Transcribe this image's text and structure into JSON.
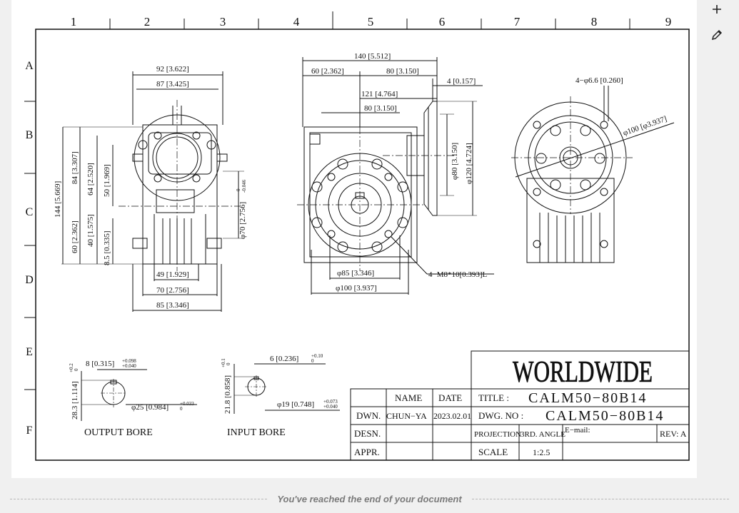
{
  "toolbar": {
    "add_icon": "plus-icon",
    "edit_icon": "pencil-icon"
  },
  "footer": {
    "end_message": "You've reached the end of your document"
  },
  "drawing": {
    "columns": [
      "1",
      "2",
      "3",
      "4",
      "5",
      "6",
      "7",
      "8",
      "9"
    ],
    "rows": [
      "A",
      "B",
      "C",
      "D",
      "E",
      "F"
    ],
    "dims": {
      "d92": "92  [3.622]",
      "d87": "87  [3.425]",
      "d144": "144  [5.669]",
      "d84": "84  [3.307]",
      "d64": "64  [2.520]",
      "d50": "50  [1.969]",
      "d60": "60  [2.362]",
      "d40": "40  [1.575]",
      "d8_5": "8.5  [0.335]",
      "d70v": "φ70  [2.756]",
      "d70vtol": "0",
      "d70vtol2": "-0.046",
      "d49": "49  [1.929]",
      "d70": "70  [2.756]",
      "d85": "85  [3.346]",
      "d140": "140  [5.512]",
      "d60b": "60  [2.362]",
      "d80": "80  [3.150]",
      "d4": "4  [0.157]",
      "d121": "121  [4.764]",
      "d80b": "80  [3.150]",
      "d80v": "φ80  [3.150]",
      "d120v": "φ120  [4.724]",
      "d85b": "φ85  [3.346]",
      "d100b": "φ100  [3.937]",
      "m8": "4−M8*10[0.393]L",
      "holes": "4−φ6.6  [0.260]",
      "d100c": "φ100  [φ3.937]"
    },
    "bores": {
      "output_key": "8  [0.315]",
      "output_key_tol1": "+0.098",
      "output_key_tol2": "+0.040",
      "output_h": "28.3  [1.114]",
      "output_h_tol1": "+0.2",
      "output_h_tol2": "0",
      "output_d": "φ25  [0.984]",
      "output_d_tol1": "+0.033",
      "output_d_tol2": "0",
      "output_label": "OUTPUT BORE",
      "input_key": "6  [0.236]",
      "input_key_tol1": "+0.10",
      "input_key_tol2": "0",
      "input_h": "21.8  [0.858]",
      "input_h_tol1": "+0.1",
      "input_h_tol2": "0",
      "input_d": "φ19  [0.748]",
      "input_d_tol1": "+0.073",
      "input_d_tol2": "+0.040",
      "input_label": "INPUT BORE"
    },
    "title_block": {
      "company": "WORLDWIDE",
      "name_hdr": "NAME",
      "date_hdr": "DATE",
      "dwn": "DWN.",
      "dwn_name": "CHUN−YA",
      "dwn_date": "2023.02.01",
      "desn": "DESN.",
      "appr": "APPR.",
      "title_lbl": "TITLE :",
      "title_val": "CALM50−80B14",
      "dwg_lbl": "DWG.  NO :",
      "dwg_val": "CALM50−80B14",
      "projection": "PROJECTION",
      "angle": "3RD.  ANGLE",
      "email": "E−mail:",
      "rev": "REV: A",
      "scale_lbl": "SCALE",
      "scale_val": "1:2.5"
    }
  }
}
